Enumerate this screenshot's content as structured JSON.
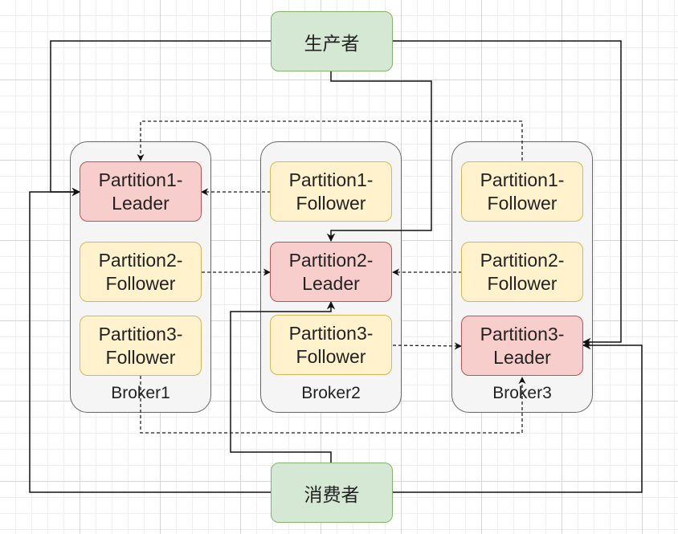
{
  "producer": {
    "label": "生产者"
  },
  "consumer": {
    "label": "消费者"
  },
  "brokers": [
    {
      "label": "Broker1",
      "partitions": [
        {
          "line1": "Partition1-",
          "line2": "Leader",
          "role": "leader"
        },
        {
          "line1": "Partition2-",
          "line2": "Follower",
          "role": "follower"
        },
        {
          "line1": "Partition3-",
          "line2": "Follower",
          "role": "follower"
        }
      ]
    },
    {
      "label": "Broker2",
      "partitions": [
        {
          "line1": "Partition1-",
          "line2": "Follower",
          "role": "follower"
        },
        {
          "line1": "Partition2-",
          "line2": "Leader",
          "role": "leader"
        },
        {
          "line1": "Partition3-",
          "line2": "Follower",
          "role": "follower"
        }
      ]
    },
    {
      "label": "Broker3",
      "partitions": [
        {
          "line1": "Partition1-",
          "line2": "Follower",
          "role": "follower"
        },
        {
          "line1": "Partition2-",
          "line2": "Follower",
          "role": "follower"
        },
        {
          "line1": "Partition3-",
          "line2": "Leader",
          "role": "leader"
        }
      ]
    }
  ],
  "colors": {
    "leader_fill": "#f8cecc",
    "leader_stroke": "#b85450",
    "follower_fill": "#fff2cc",
    "follower_stroke": "#d6b656",
    "actor_fill": "#d5e8d4",
    "actor_stroke": "#82b366",
    "broker_fill": "#f5f5f5",
    "broker_stroke": "#666666"
  }
}
